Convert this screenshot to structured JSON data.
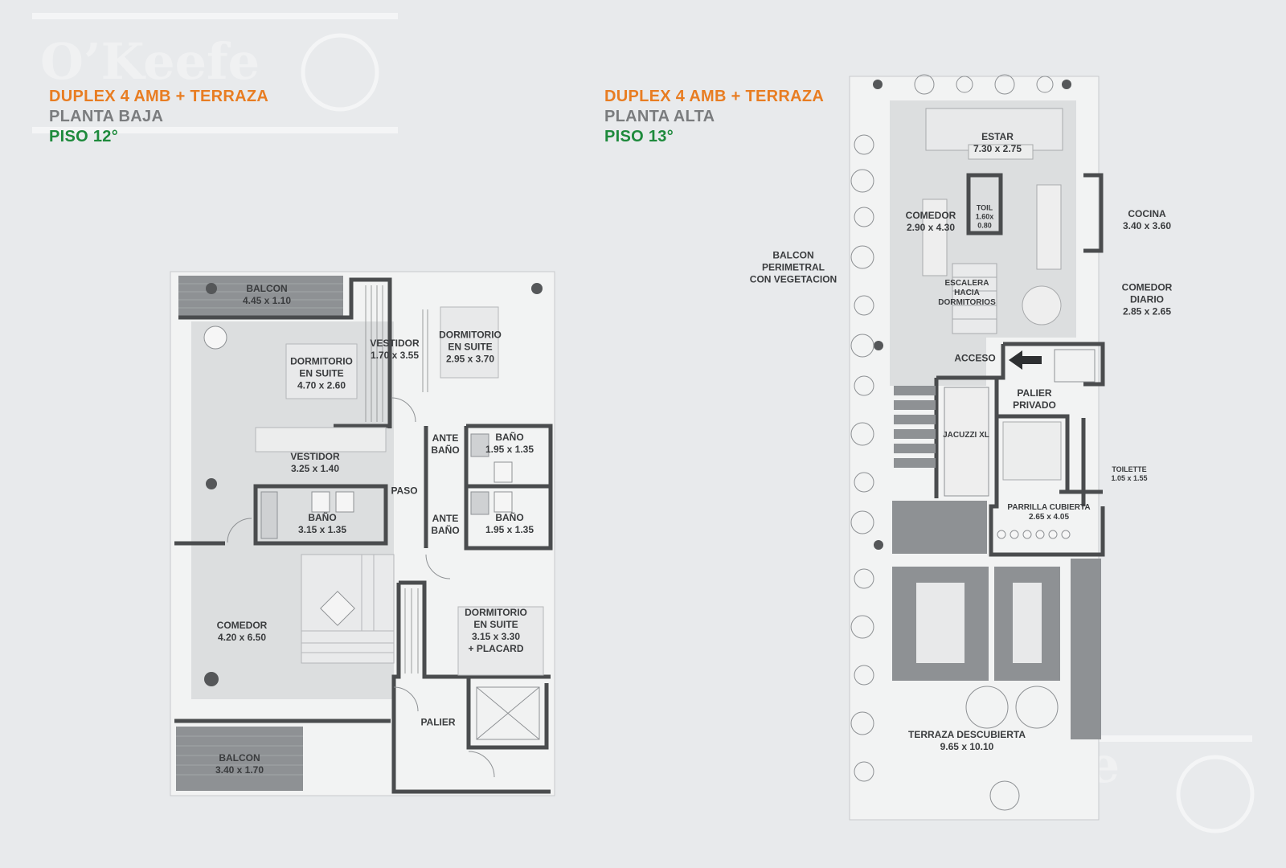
{
  "watermark": {
    "brand": "O'Keefe"
  },
  "left": {
    "title": "DUPLEX  4 AMB + TERRAZA",
    "subtitle": "PLANTA BAJA",
    "floor": "PISO 12°",
    "rooms": {
      "balcon_top": "BALCON\n4.45 x 1.10",
      "dormitorio_1": "DORMITORIO\nEN SUITE\n4.70 x 2.60",
      "vestidor_1": "VESTIDOR\n1.70 x 3.55",
      "dormitorio_2": "DORMITORIO\nEN SUITE\n2.95 x 3.70",
      "vestidor_2": "VESTIDOR\n3.25 x 1.40",
      "ante_bano_1": "ANTE\nBAÑO",
      "bano_1": "BAÑO\n1.95 x 1.35",
      "paso": "PASO",
      "bano_2": "BAÑO\n3.15 x 1.35",
      "ante_bano_2": "ANTE\nBAÑO",
      "bano_3": "BAÑO\n1.95 x 1.35",
      "comedor": "COMEDOR\n4.20 x 6.50",
      "dormitorio_3": "DORMITORIO\nEN SUITE\n3.15 x 3.30\n+ PLACARD",
      "palier": "PALIER",
      "balcon_bottom": "BALCON\n3.40 x 1.70"
    }
  },
  "right": {
    "title": "DUPLEX  4 AMB + TERRAZA",
    "subtitle": "PLANTA ALTA",
    "floor": "PISO 13°",
    "rooms": {
      "estar": "ESTAR\n7.30 x 2.75",
      "comedor": "COMEDOR\n2.90 x 4.30",
      "toil": "TOIL\n1.60x\n0.80",
      "cocina": "COCINA\n3.40 x 3.60",
      "balcon_perimetral": "BALCON\nPERIMETRAL\nCON VEGETACION",
      "escalera": "ESCALERA\nHACIA\nDORMITORIOS",
      "comedor_diario": "COMEDOR\nDIARIO\n2.85 x 2.65",
      "acceso": "ACCESO",
      "palier_privado": "PALIER\nPRIVADO",
      "jacuzzi": "JACUZZI XL",
      "toilette": "TOILETTE\n1.05 x 1.55",
      "parrilla": "PARRILLA CUBIERTA\n2.65 x 4.05",
      "terraza": "TERRAZA DESCUBIERTA\n9.65 x 10.10"
    }
  }
}
